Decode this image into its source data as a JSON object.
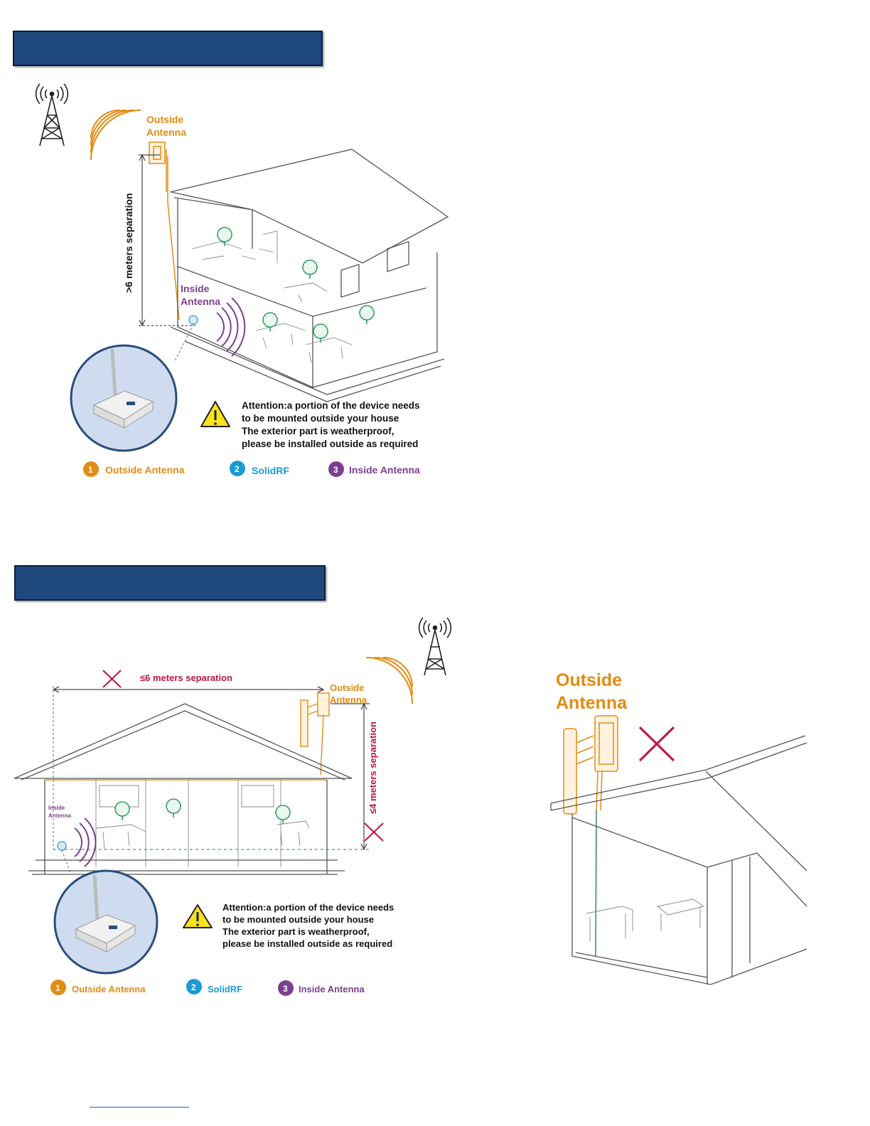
{
  "section1": {
    "outside_label_1": "Outside",
    "outside_label_2": "Antenna",
    "separation_label": ">6 meters separation",
    "inside_label_1": "Inside",
    "inside_label_2": "Antenna",
    "attention_lines": [
      "Attention:a portion of the device needs",
      "to be mounted outside your house",
      "The exterior part is weatherproof,",
      "please be installed outside as required"
    ],
    "legend": [
      {
        "num": "1",
        "label": "Outside Antenna",
        "color": "#e38b12"
      },
      {
        "num": "2",
        "label": "SolidRF",
        "color": "#1a9ad6"
      },
      {
        "num": "3",
        "label": "Inside Antenna",
        "color": "#7b3f8f"
      }
    ]
  },
  "section2": {
    "horizontal_sep_label": "≤6 meters separation",
    "vertical_sep_label": "≤4 meters separation",
    "outside_label_1": "Outside",
    "outside_label_2": "Antenna",
    "inside_label_1": "Inside",
    "inside_label_2": "Antenna",
    "attention_lines": [
      "Attention:a portion of the device needs",
      "to be mounted outside your house",
      "The exterior part is weatherproof,",
      "please be installed outside as required"
    ],
    "legend": [
      {
        "num": "1",
        "label": "Outside Antenna",
        "color": "#e38b12"
      },
      {
        "num": "2",
        "label": "SolidRF",
        "color": "#1a9ad6"
      },
      {
        "num": "3",
        "label": "Inside Antenna",
        "color": "#7b3f8f"
      }
    ]
  },
  "section3": {
    "outside_label_1": "Outside",
    "outside_label_2": "Antenna"
  },
  "colors": {
    "banner": "#1f497d",
    "orange": "#e38b12",
    "purple": "#7b3f8f",
    "blue": "#1a9ad6",
    "red_cross": "#c0143c",
    "signal_green": "#2e9a5a"
  }
}
